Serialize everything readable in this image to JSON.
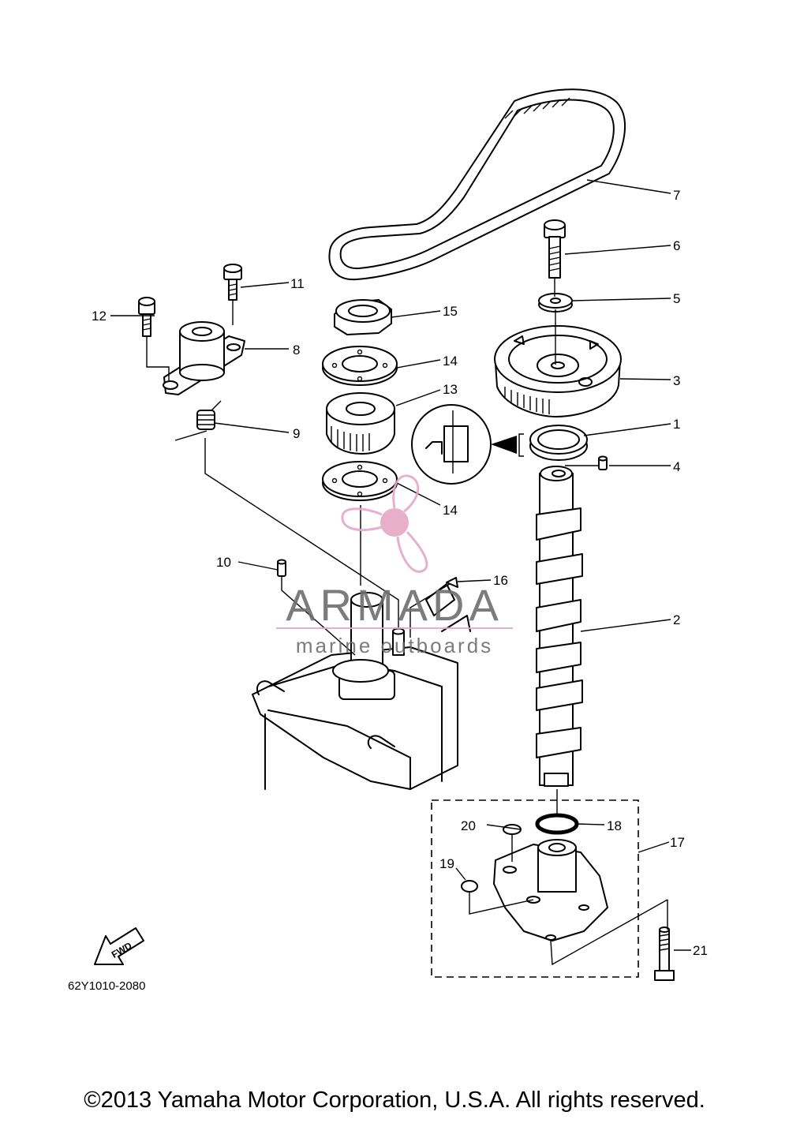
{
  "diagram": {
    "callouts": {
      "c1": "1",
      "c2": "2",
      "c3": "3",
      "c4": "4",
      "c5": "5",
      "c6": "6",
      "c7": "7",
      "c8": "8",
      "c9": "9",
      "c10": "10",
      "c11": "11",
      "c12": "12",
      "c13": "13",
      "c14a": "14",
      "c14b": "14",
      "c15": "15",
      "c16": "16",
      "c17": "17",
      "c18": "18",
      "c19": "19",
      "c20": "20",
      "c21": "21"
    },
    "fwd_label": "FWD",
    "diagram_code": "62Y1010-2080"
  },
  "watermark": {
    "brand": "ARMADA",
    "tagline": "marine outboards",
    "accent_color": "#e6a7c6"
  },
  "footer": {
    "copyright": "©2013 Yamaha Motor Corporation, U.S.A. All rights reserved."
  }
}
